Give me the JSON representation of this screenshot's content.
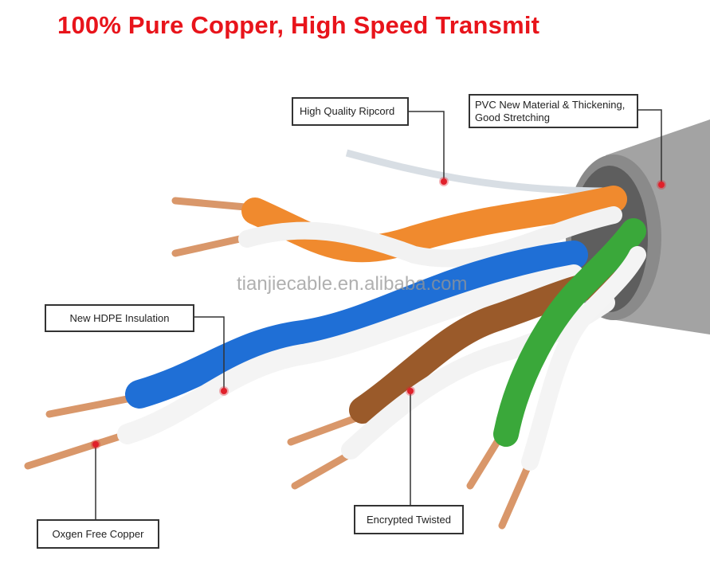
{
  "title": "100% Pure Copper, High Speed Transmit",
  "watermark": "tianjiecable.en.alibaba.com",
  "callouts": {
    "ripcord": "High Quality Ripcord",
    "jacket_line1": "PVC New Material & Thickening,",
    "jacket_line2": "Good Stretching",
    "insulation": "New HDPE Insulation",
    "twisted": "Encrypted Twisted",
    "copper": "Oxgen Free Copper"
  },
  "colors": {
    "title": "#e8141b",
    "marker": "#e0202a",
    "jacket": "#9a9a9a",
    "copper": "#d9976a",
    "orange": "#f08a2e",
    "blue": "#1f6fd6",
    "brown": "#9a5a2a",
    "green": "#3aa83a"
  }
}
